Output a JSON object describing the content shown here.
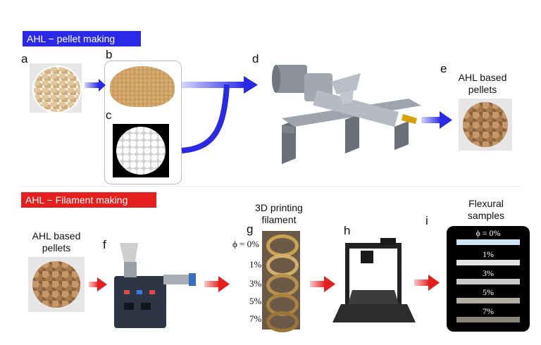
{
  "banners": {
    "pellet": "AHL − pellet making",
    "filament": "AHL − Filament making"
  },
  "letters": {
    "a": "a",
    "b": "b",
    "c": "c",
    "d": "d",
    "e": "e",
    "f": "f",
    "g": "g",
    "h": "h",
    "i": "i"
  },
  "captions": {
    "e_line1": "AHL based",
    "e_line2": "pellets",
    "left_line1": "AHL based",
    "left_line2": "pellets",
    "g_line1": "3D printing",
    "g_line2": "filament",
    "i_line1": "Flexural",
    "i_line2": "samples"
  },
  "filament_ratios": [
    "ϕ = 0%",
    "1%",
    "3%",
    "5%",
    "7%"
  ],
  "sample_ratios": [
    "ϕ = 0%",
    "1%",
    "3%",
    "5%",
    "7%"
  ],
  "colors": {
    "blue_arrow": "#2a2ae6",
    "red_arrow": "#e51e1e",
    "banner_blue": "#2a2ae6",
    "banner_red": "#e51e1e"
  }
}
